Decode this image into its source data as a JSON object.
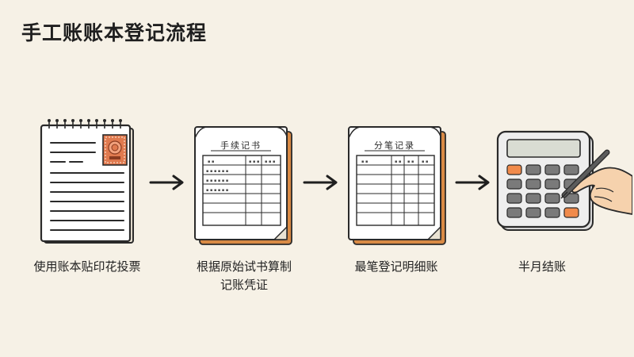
{
  "title": "手工账账本登记流程",
  "steps": [
    {
      "label": "使用账本贴印花投票",
      "icon": "notebook-with-stamp-icon"
    },
    {
      "label": "根据原始试书算制\n记账凭证",
      "icon": "voucher-ledger-icon",
      "book_title": "手续记书"
    },
    {
      "label": "最笔登记明细账",
      "icon": "detail-ledger-icon",
      "book_title": "分笔记录"
    },
    {
      "label": "半月结账",
      "icon": "calculator-hand-icon"
    }
  ],
  "colors": {
    "background": "#f6f1e6",
    "stamp": "#e07a4f",
    "book_edge": "#d98a45",
    "calc_accent": "#f08a4b"
  }
}
